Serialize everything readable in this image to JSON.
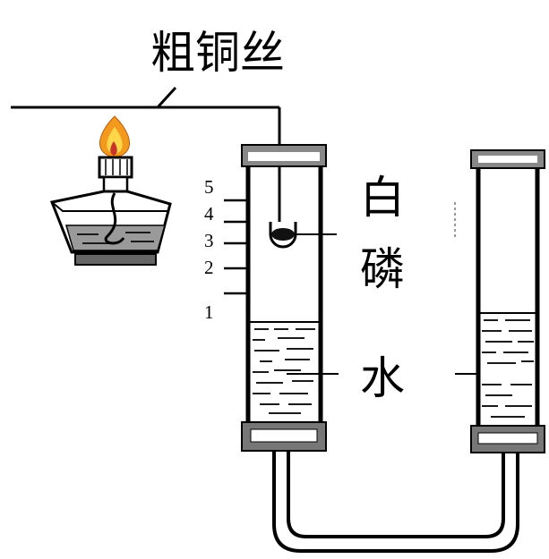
{
  "labels": {
    "copper_wire": "粗铜丝",
    "white_phosphorus_line1": "白",
    "white_phosphorus_line2": "磷",
    "water": "水"
  },
  "scale_marks": [
    "5",
    "4",
    "3",
    "2",
    "1"
  ],
  "colors": {
    "flame_outer": "#f39a1e",
    "flame_inner": "#ffd54a",
    "flame_core": "#c8342a",
    "line": "#000000"
  }
}
